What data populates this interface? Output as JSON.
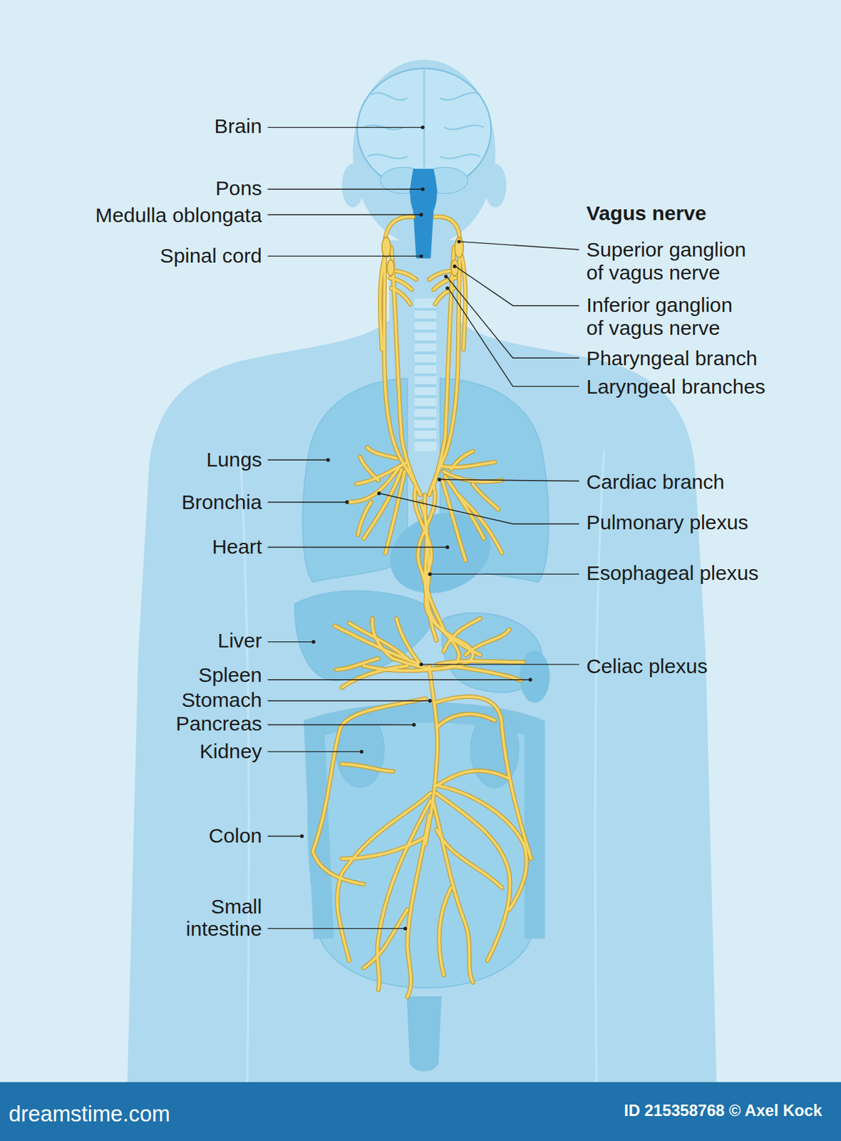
{
  "diagram": {
    "title": "Vagus nerve",
    "labels": [
      "Brain",
      "Pons",
      "Medulla oblongata",
      "Spinal cord",
      "Lungs",
      "Bronchia",
      "Heart",
      "Liver",
      "Spleen",
      "Stomach",
      "Pancreas",
      "Kidney",
      "Colon",
      "Small intestine",
      "Superior ganglion of vagus nerve",
      "Inferior ganglion of vagus nerve",
      "Pharyngeal branch",
      "Laryngeal branches",
      "Cardiac branch",
      "Pulmonary plexus",
      "Esophageal plexus",
      "Celiac plexus",
      "dreamstime.com",
      "ID 215358768 © Axel Kock"
    ]
  }
}
